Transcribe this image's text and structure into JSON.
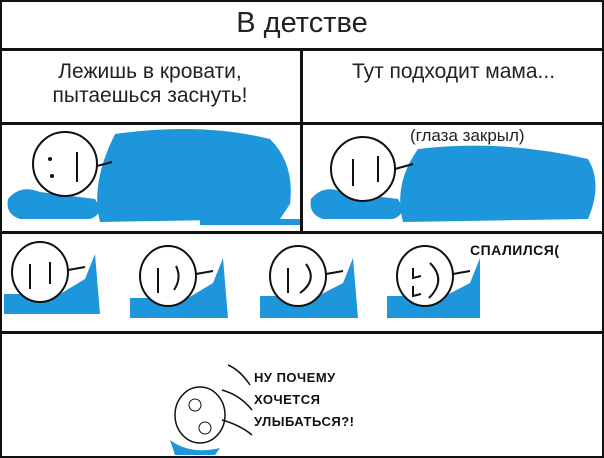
{
  "title": "В детстве",
  "panels": {
    "left_caption": [
      "Лежишь в кровати,",
      "пытаешься заснуть!"
    ],
    "right_caption": "Тут подходит мама...",
    "eyes_closed_note": "(глаза закрыл)",
    "busted": "СПАЛИЛСЯ(",
    "final_lines": [
      "НУ ПОЧЕМУ",
      "ХОЧЕТСЯ",
      "УЛЫБАТЬСЯ?!"
    ]
  },
  "colors": {
    "blanket": "#1e96dc",
    "border": "#111111"
  }
}
